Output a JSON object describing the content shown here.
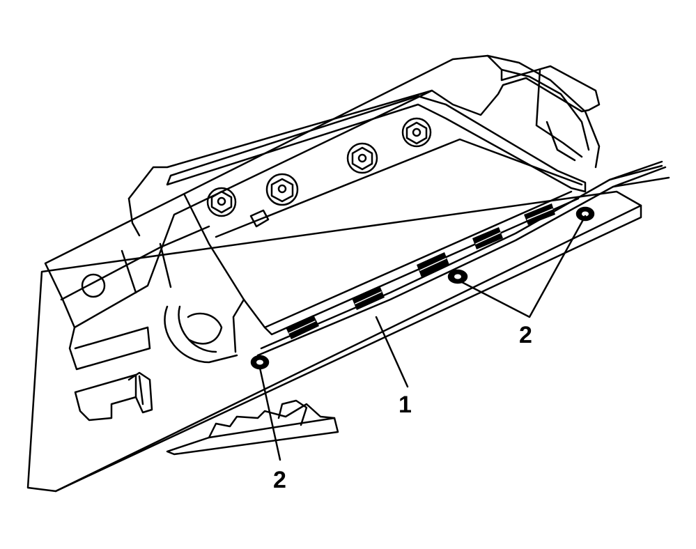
{
  "diagram": {
    "background_color": "#ffffff",
    "line_color": "#000000",
    "callouts": [
      {
        "id": "callout-1",
        "label": "1"
      },
      {
        "id": "callout-2-right",
        "label": "2"
      },
      {
        "id": "callout-2-bottom",
        "label": "2"
      }
    ]
  }
}
